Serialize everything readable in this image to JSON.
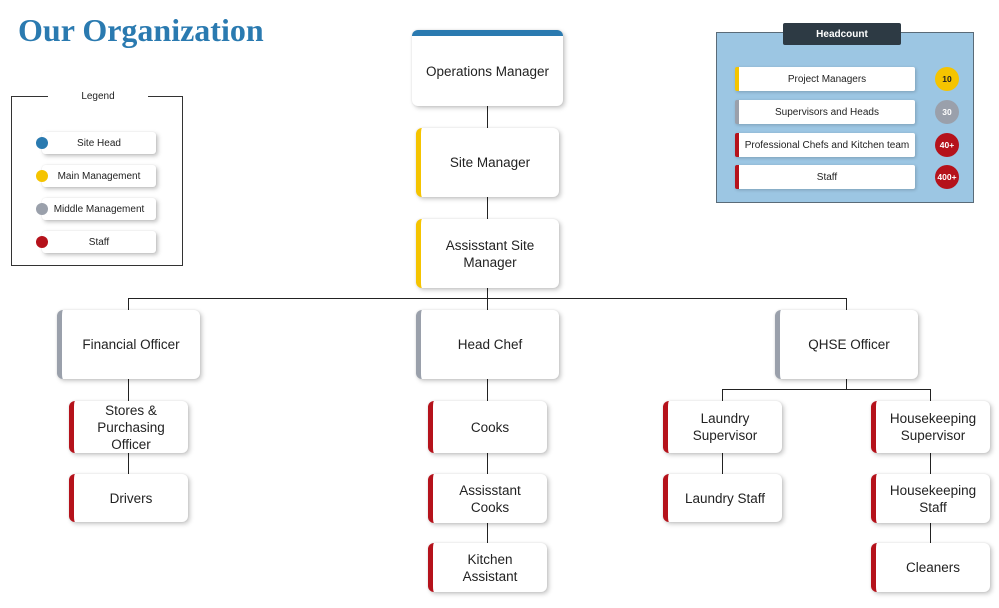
{
  "page": {
    "title": "Our Organization"
  },
  "colors": {
    "site_head": "#2a7ab0",
    "main_management": "#f5c400",
    "middle_management": "#9aa0ab",
    "staff": "#b5121b",
    "headcount_panel": "#9cc6e3",
    "headcount_header": "#2d3a44"
  },
  "legend": {
    "title": "Legend",
    "items": [
      {
        "label": "Site  Head",
        "color": "#2a7ab0"
      },
      {
        "label": "Main Management",
        "color": "#f5c400"
      },
      {
        "label": "Middle Management",
        "color": "#9aa0ab"
      },
      {
        "label": "Staff",
        "color": "#b5121b"
      }
    ]
  },
  "headcount": {
    "title": "Headcount",
    "rows": [
      {
        "label": "Project Managers",
        "count": "10",
        "color": "#f5c400",
        "text_color": "#222222"
      },
      {
        "label": "Supervisors and Heads",
        "count": "30",
        "color": "#9aa0ab",
        "text_color": "#ffffff"
      },
      {
        "label": "Professional Chefs and Kitchen team",
        "count": "40+",
        "color": "#b5121b",
        "text_color": "#ffffff"
      },
      {
        "label": "Staff",
        "count": "400+",
        "color": "#b5121b",
        "text_color": "#ffffff"
      }
    ]
  },
  "org": {
    "operations_manager": "Operations Manager",
    "site_manager": "Site Manager",
    "assistant_site_manager": "Assisstant Site Manager",
    "financial_officer": "Financial Officer",
    "head_chef": "Head Chef",
    "qhse_officer": "QHSE Officer",
    "stores_purchasing_officer": "Stores & Purchasing Officer",
    "drivers": "Drivers",
    "cooks": "Cooks",
    "assistant_cooks": "Assisstant Cooks",
    "kitchen_assistant": "Kitchen Assistant",
    "laundry_supervisor": "Laundry Supervisor",
    "laundry_staff": "Laundry Staff",
    "housekeeping_supervisor": "Housekeeping Supervisor",
    "housekeeping_staff": "Housekeeping Staff",
    "cleaners": "Cleaners"
  }
}
